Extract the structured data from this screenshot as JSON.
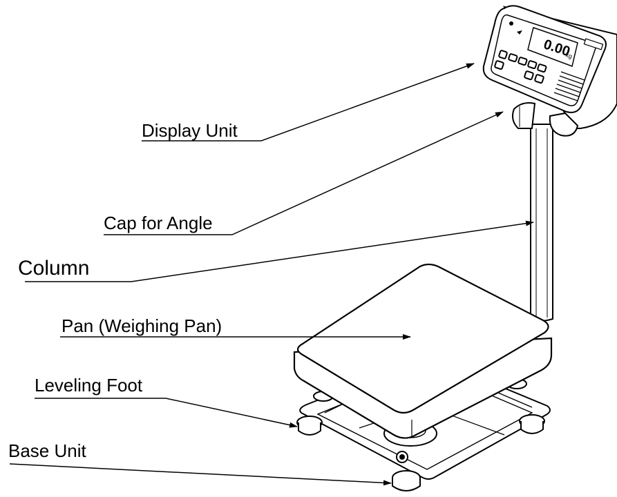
{
  "labels": {
    "display_unit": "Display Unit",
    "cap_for_angle": "Cap for Angle",
    "column": "Column",
    "pan": "Pan (Weighing Pan)",
    "leveling_foot": "Leveling Foot",
    "base_unit": "Base Unit"
  },
  "display_readout": "0.00",
  "colors": {
    "ink": "#000000",
    "paper": "#ffffff"
  }
}
